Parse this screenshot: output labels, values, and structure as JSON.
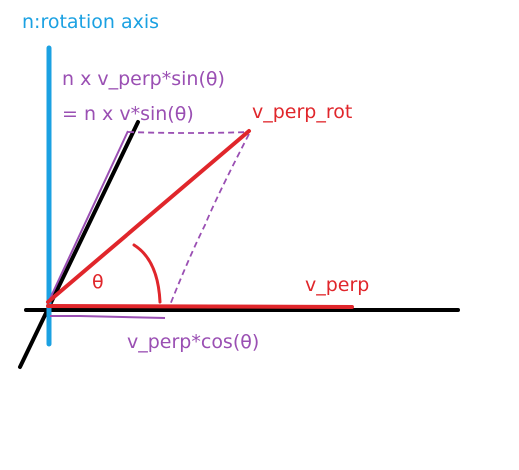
{
  "labels": {
    "axis": "n:rotation axis",
    "cross_sin_1": "n x v_perp*sin(θ)",
    "cross_sin_2": "= n x v*sin(θ)",
    "v_perp_rot": "v_perp_rot",
    "theta": "θ",
    "v_perp": "v_perp",
    "cos_proj": "v_perp*cos(θ)"
  },
  "colors": {
    "axis": "#1ba1e2",
    "red": "#e0262b",
    "purple": "#9a4fb3",
    "black": "#000000"
  }
}
